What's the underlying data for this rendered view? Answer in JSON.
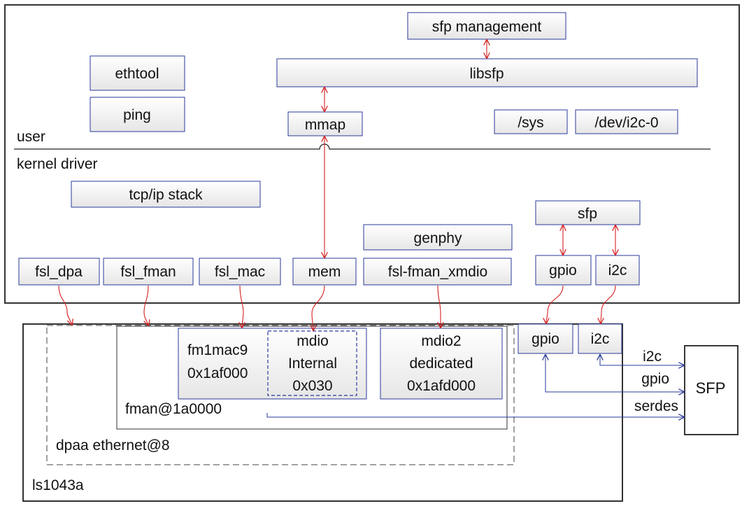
{
  "layers": {
    "user": "user",
    "kernel": "kernel driver"
  },
  "user_space": {
    "sfp_management": "sfp management",
    "libsfp": "libsfp",
    "ethtool": "ethtool",
    "ping": "ping",
    "mmap": "mmap",
    "sys": "/sys",
    "dev_i2c": "/dev/i2c-0"
  },
  "kernel_space": {
    "tcpip": "tcp/ip stack",
    "genphy": "genphy",
    "sfp": "sfp",
    "fsl_dpa": "fsl_dpa",
    "fsl_fman": "fsl_fman",
    "fsl_mac": "fsl_mac",
    "mem": "mem",
    "xmdio": "fsl-fman_xmdio",
    "gpio": "gpio",
    "i2c": "i2c"
  },
  "hardware": {
    "soc": "ls1043a",
    "dpaa": "dpaa ethernet@8",
    "fman": "fman@1a0000",
    "mac_name": "fm1mac9",
    "mac_addr": "0x1af000",
    "mdio_line1": "mdio",
    "mdio_line2": "Internal",
    "mdio_line3": "0x030",
    "mdio2_line1": "mdio2",
    "mdio2_line2": "dedicated",
    "mdio2_line3": "0x1afd000",
    "gpio": "gpio",
    "i2c": "i2c"
  },
  "sfp_module": {
    "label": "SFP",
    "link_i2c": "i2c",
    "link_gpio": "gpio",
    "link_serdes": "serdes"
  },
  "colors": {
    "box_border": "#2a3a9a",
    "arrow_red": "#d42020",
    "arrow_blue": "#2a3a9a"
  }
}
